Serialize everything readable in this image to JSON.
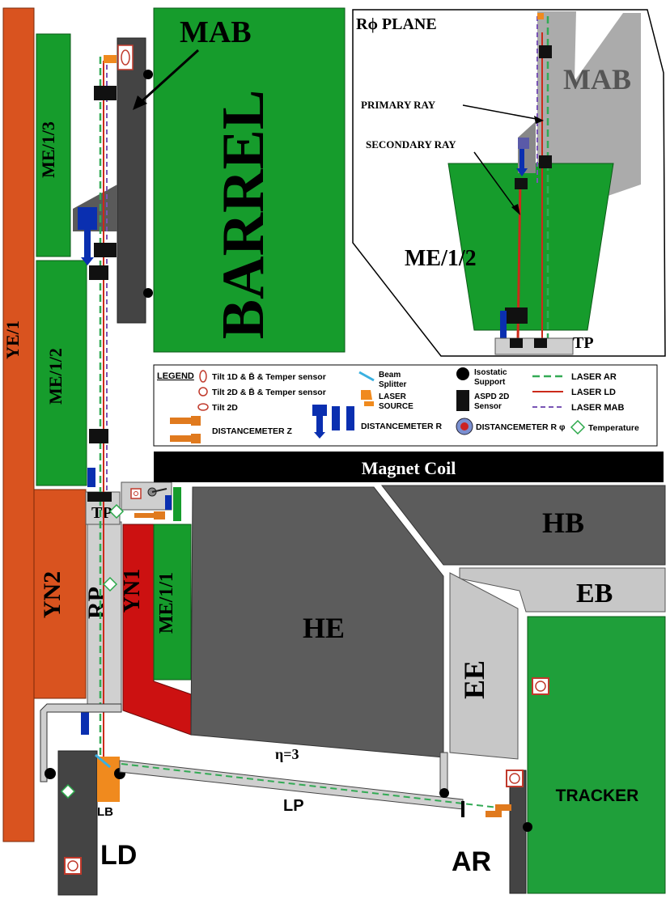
{
  "regions": {
    "ye1": "YE/1",
    "me13": "ME/1/3",
    "me12": "ME/1/2",
    "yn2": "YN2",
    "rp": "RP",
    "yn1": "YN1",
    "me11": "ME/1/1",
    "tp": "TP",
    "barrel": "BARREL",
    "mab": "MAB",
    "magnet_coil": "Magnet Coil",
    "hb": "HB",
    "eb": "EB",
    "he": "HE",
    "ee": "EE",
    "tracker": "TRACKER",
    "eta": "η=3",
    "lp": "LP",
    "lb": "LB",
    "ld": "LD",
    "ar": "AR"
  },
  "inset": {
    "title": "Rϕ  PLANE",
    "mab": "MAB",
    "primary_ray": "PRIMARY RAY",
    "secondary_ray": "SECONDARY RAY",
    "me12": "ME/1/2",
    "tp": "TP"
  },
  "legend": {
    "title": "LEGEND",
    "tilt1d": "Tilt 1D & B̄ & Temper sensor",
    "tilt2d_b": "Tilt 2D & B̄ & Temper sensor",
    "tilt2d": "Tilt 2D",
    "beam_splitter_1": "Beam",
    "beam_splitter_2": "Splitter",
    "laser_source_1": "LASER",
    "laser_source_2": "SOURCE",
    "isostatic_1": "Isostatic",
    "isostatic_2": "Support",
    "aspd_1": "ASPD 2D",
    "aspd_2": "Sensor",
    "dist_z": "DISTANCEMETER Z",
    "dist_r": "DISTANCEMETER R",
    "dist_rphi": "DISTANCEMETER R φ",
    "temperature": "Temperature",
    "laser_ar": "LASER  AR",
    "laser_ld": "LASER  LD",
    "laser_mab": "LASER  MAB"
  },
  "colors": {
    "ye_orange": "#d9531f",
    "chamber_green": "#169c2c",
    "tracker_green": "#1f9f3a",
    "yn1_red": "#cc1111",
    "dark_gray": "#4a4a4a",
    "mid_gray": "#5c5c5c",
    "light_gray": "#cfcfcf",
    "laser_source": "#f08a1e",
    "distancemeter": "#0a2fb0",
    "sensor_black": "#111111",
    "laser_ar": "#33aa55",
    "laser_ld": "#cc2a1a",
    "laser_mab": "#7a55b5",
    "tilt_red": "#c0392b",
    "temperature_green": "#2ba84a"
  }
}
